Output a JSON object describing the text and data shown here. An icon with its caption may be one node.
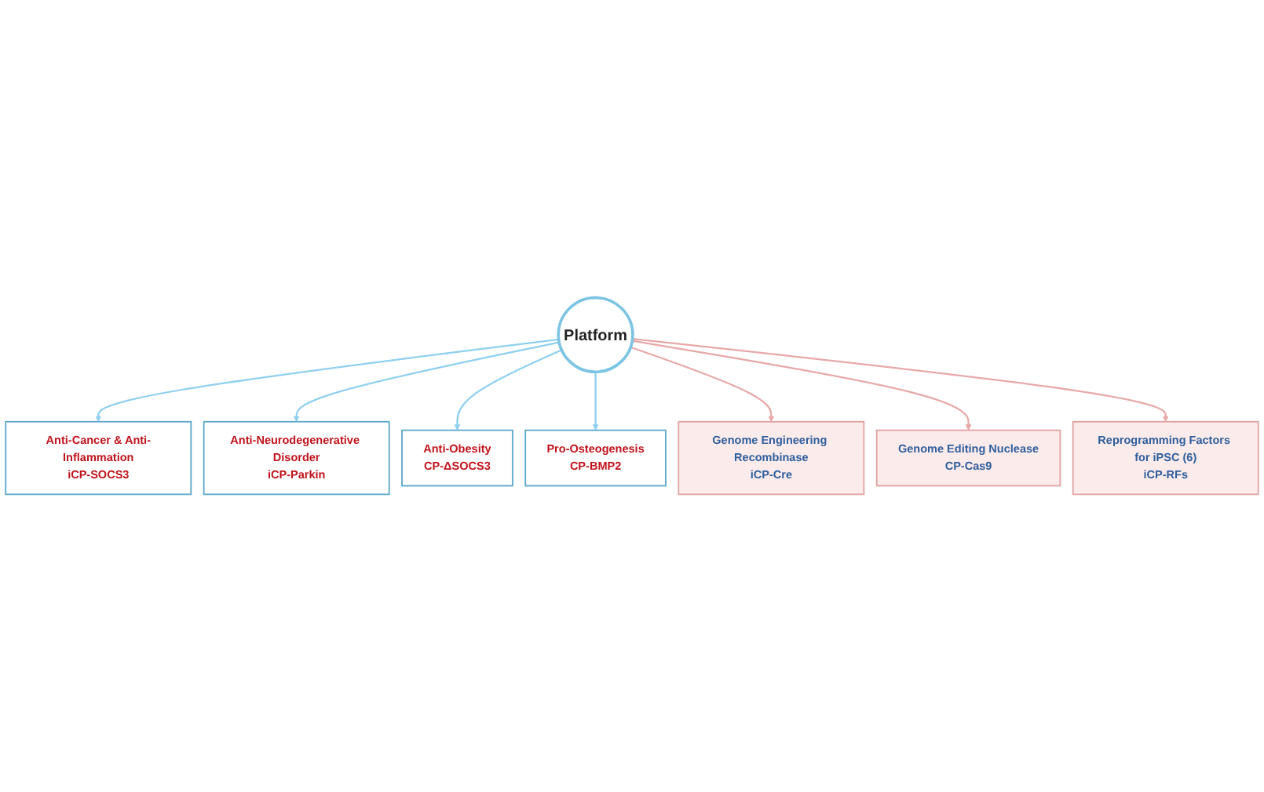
{
  "diagram": {
    "nodes": [
      {
        "text": [
          "Anti-Cancer & Anti-Inflammation",
          "iCP-SOCS3"
        ]
      },
      {
        "text": [
          "Anti-Neurodegenerative Disorder",
          "iCP-Parkin"
        ]
      },
      {
        "text": [
          "Anti-Obesity",
          "CP-ΔSOCS3"
        ]
      },
      {
        "text": [
          "Platform"
        ]
      },
      {
        "text": [
          "Pro-Osteogenesis",
          "CP-BMP2"
        ]
      },
      {
        "text": [
          "Genome Engineering Recombinase",
          "iCP-Cre"
        ]
      },
      {
        "text": [
          "Genome Editing Nuclease",
          "CP-Cas9"
        ]
      },
      {
        "text": [
          "Reprogramming Factors for iPSC (6)",
          "iCP-RFs"
        ]
      }
    ],
    "edges": [
      {
        "from": 3,
        "to": 0,
        "arrow": "to",
        "color": "#8fd0f0"
      },
      {
        "from": 3,
        "to": 1,
        "arrow": "to",
        "color": "#8fd0f0"
      },
      {
        "from": 3,
        "to": 2,
        "arrow": "to",
        "color": "#8fd0f0"
      },
      {
        "from": 3,
        "to": 4,
        "arrow": "to",
        "color": "#8fd0f0"
      },
      {
        "from": 3,
        "to": 5,
        "arrow": "to",
        "color": "#e8a8a8"
      },
      {
        "from": 3,
        "to": 6,
        "arrow": "to",
        "color": "#e8a8a8"
      },
      {
        "from": 3,
        "to": 7,
        "arrow": "to",
        "color": "#e8a8a8"
      }
    ]
  }
}
